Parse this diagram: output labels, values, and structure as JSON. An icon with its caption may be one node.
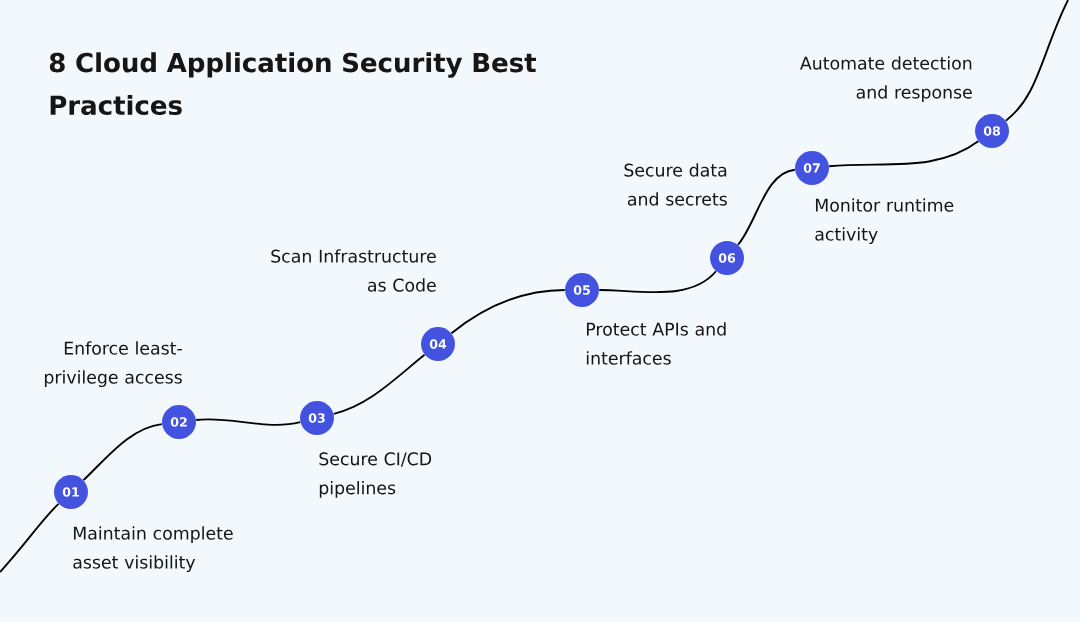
{
  "diagram": {
    "title": "8 Cloud Application Security Best Practices",
    "nodes": [
      {
        "text": [
          "01"
        ],
        "beside": [
          "Maintain complete asset visibility"
        ]
      },
      {
        "text": [
          "02"
        ],
        "beside": [
          "Enforce least-privilege access"
        ]
      },
      {
        "text": [
          "03"
        ],
        "beside": [
          "Secure CI/CD pipelines"
        ]
      },
      {
        "text": [
          "04"
        ],
        "beside": [
          "Scan Infrastructure as Code"
        ]
      },
      {
        "text": [
          "05"
        ],
        "beside": [
          "Protect APIs and interfaces"
        ]
      },
      {
        "text": [
          "06"
        ],
        "beside": [
          "Secure data and secrets"
        ]
      },
      {
        "text": [
          "07"
        ],
        "beside": [
          "Monitor runtime activity"
        ]
      },
      {
        "text": [
          "08"
        ],
        "beside": [
          "Automate detection and response"
        ]
      }
    ],
    "edges": [
      {
        "from": null,
        "to": 0,
        "arrow": "none"
      },
      {
        "from": 0,
        "to": 1,
        "arrow": "none"
      },
      {
        "from": 1,
        "to": 2,
        "arrow": "none"
      },
      {
        "from": 2,
        "to": 3,
        "arrow": "none"
      },
      {
        "from": 3,
        "to": 4,
        "arrow": "none"
      },
      {
        "from": 4,
        "to": 5,
        "arrow": "none"
      },
      {
        "from": 5,
        "to": 6,
        "arrow": "none"
      },
      {
        "from": 6,
        "to": 7,
        "arrow": "none"
      },
      {
        "from": 7,
        "to": null,
        "arrow": "none"
      }
    ]
  }
}
